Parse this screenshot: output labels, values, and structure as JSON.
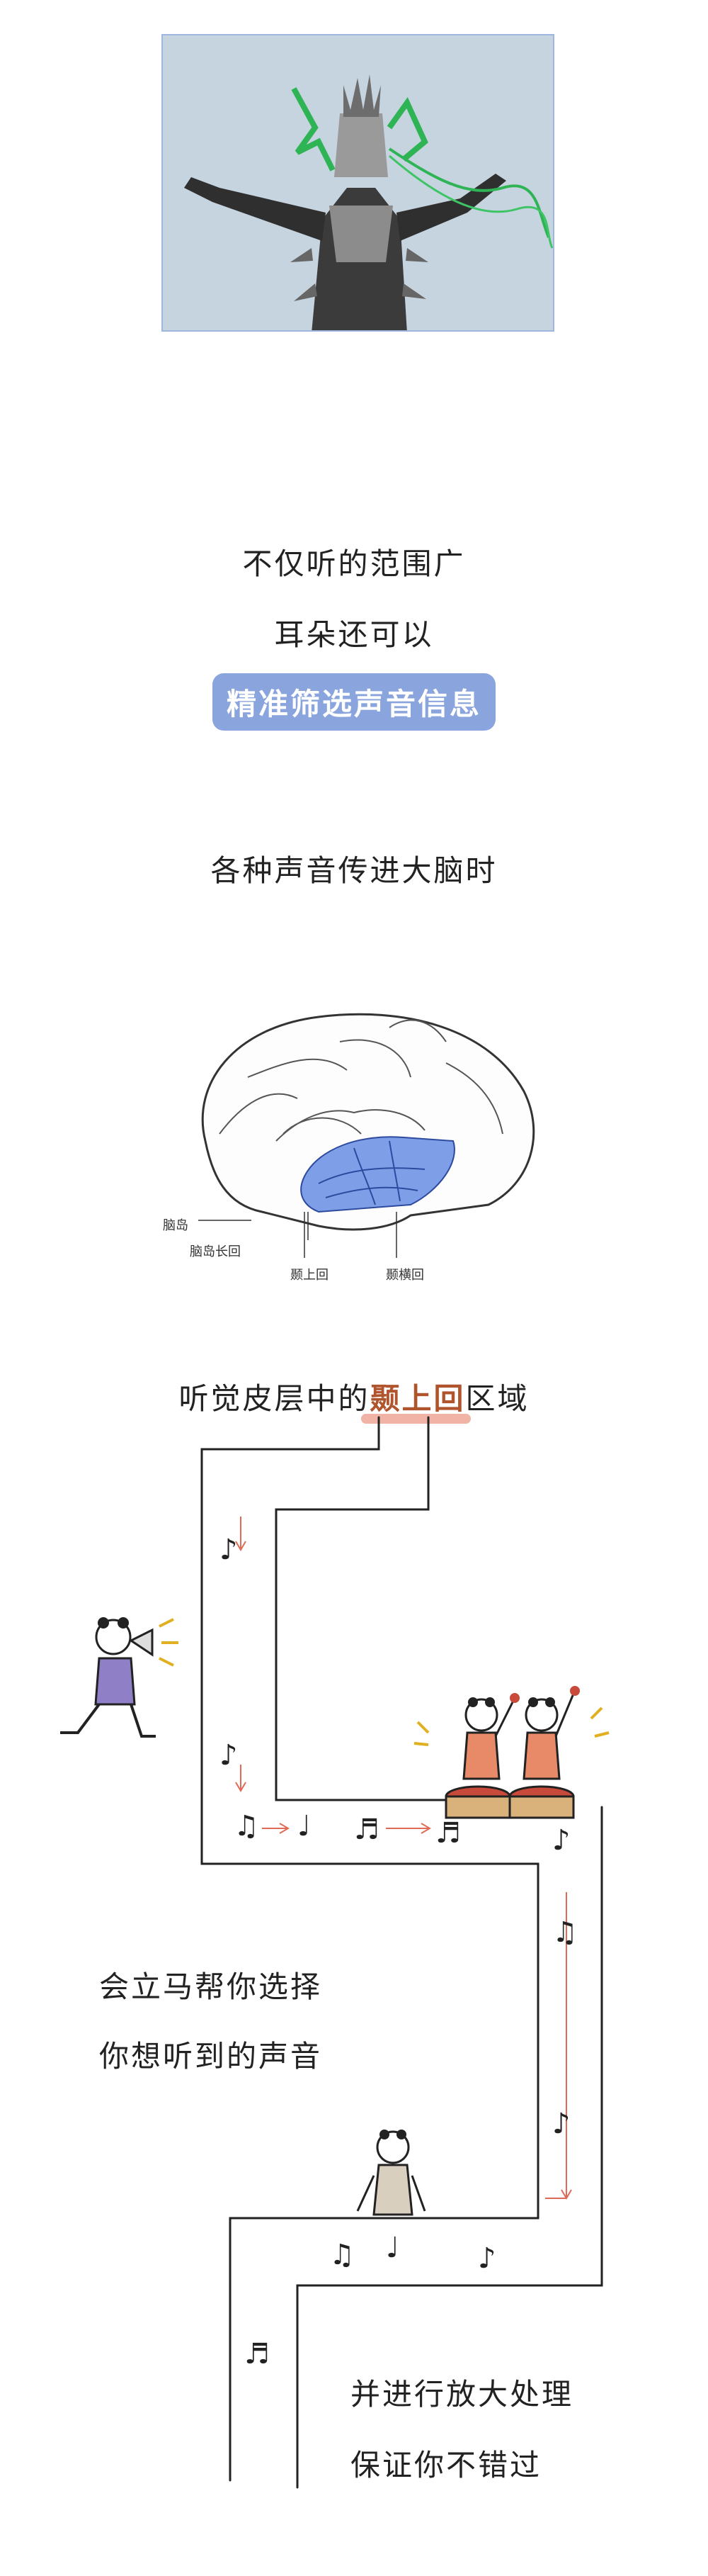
{
  "texts": {
    "line1": "不仅听的范围广",
    "line2": "耳朵还可以",
    "highlight_pill": "精准筛选声音信息",
    "line4": "各种声音传进大脑时",
    "cortex_prefix": "听觉皮层中的",
    "cortex_highlight": "颞上回",
    "cortex_suffix": "区域",
    "select_1": "会立马帮你选择",
    "select_2": "你想听到的声音",
    "amplify_1": "并进行放大处理",
    "amplify_2": "保证你不错过"
  },
  "brain_labels": {
    "insula": "脑岛",
    "long_gyrus": "脑岛长回",
    "superior_temporal": "颞上回",
    "transverse_temporal": "颞横回"
  },
  "colors": {
    "pill_bg": "#8aa4dd",
    "highlight_text": "#b0542e",
    "highlight_bar": "#f0b3a6",
    "brain_blue": "#7f9ee8",
    "arrow_red": "#e06a55",
    "maze_line": "#222222"
  },
  "icons": [
    "robot-photo",
    "brain-diagram-icon",
    "megaphone-panda-icon",
    "drummer-pandas-icon",
    "standing-panda-icon",
    "music-note-icon"
  ]
}
